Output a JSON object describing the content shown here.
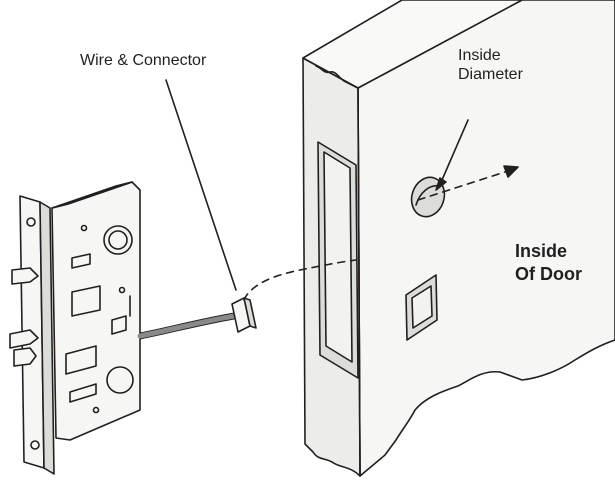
{
  "labels": {
    "wire_connector": "Wire & Connector",
    "inside_diameter_line1": "Inside",
    "inside_diameter_line2": "Diameter",
    "inside_of_door_line1": "Inside",
    "inside_of_door_line2": "Of Door"
  },
  "colors": {
    "line": "#231f20",
    "face": "#f6f6f4",
    "shade": "#dcdcd8",
    "wire": "#8a8a8a"
  }
}
